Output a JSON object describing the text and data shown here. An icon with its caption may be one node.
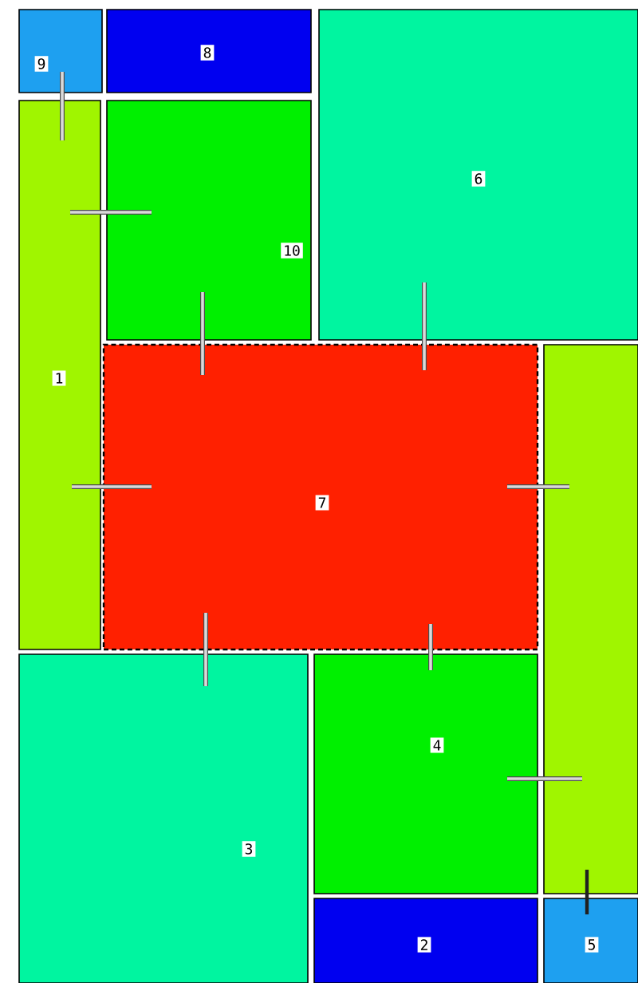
{
  "diagram": {
    "nodes": [
      {
        "text": [
          "9"
        ]
      },
      {
        "text": [
          "8"
        ]
      },
      {
        "text": [
          "6"
        ]
      },
      {
        "text": [
          "1"
        ]
      },
      {
        "text": [
          "10"
        ]
      },
      {
        "text": [
          "7"
        ]
      },
      {
        "text": [],
        "shape": "box"
      },
      {
        "text": [
          "3"
        ]
      },
      {
        "text": [
          "4"
        ]
      },
      {
        "text": [
          "2"
        ]
      },
      {
        "text": [
          "5"
        ]
      }
    ],
    "edges": [
      {
        "from": 0,
        "to": 3,
        "arrow": "none"
      },
      {
        "from": 3,
        "to": 4,
        "arrow": "none"
      },
      {
        "from": 4,
        "to": 5,
        "arrow": "none"
      },
      {
        "from": 2,
        "to": 5,
        "arrow": "none"
      },
      {
        "from": 3,
        "to": 5,
        "arrow": "none"
      },
      {
        "from": 5,
        "to": 6,
        "arrow": "none"
      },
      {
        "from": 5,
        "to": 7,
        "arrow": "none"
      },
      {
        "from": 5,
        "to": 8,
        "arrow": "none"
      },
      {
        "from": 8,
        "to": 6,
        "arrow": "none"
      },
      {
        "from": 6,
        "to": 10,
        "arrow": "none",
        "color": "#202020"
      }
    ]
  }
}
